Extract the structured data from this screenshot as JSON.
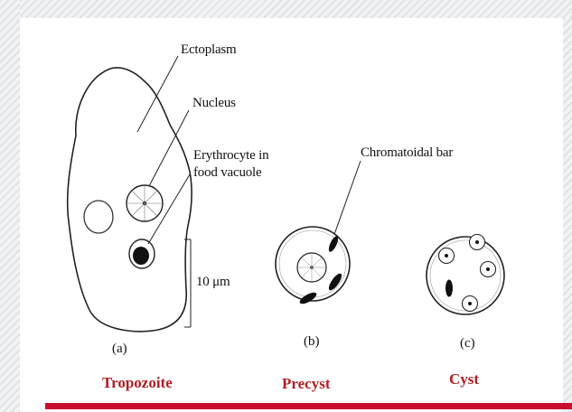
{
  "labels": {
    "ectoplasm": "Ectoplasm",
    "nucleus": "Nucleus",
    "erythrocyte_line1": "Erythrocyte in",
    "erythrocyte_line2": "food vacuole",
    "chromatoidal_bar": "Chromatoidal bar",
    "scale": "10 μm"
  },
  "panels": {
    "a": "(a)",
    "b": "(b)",
    "c": "(c)"
  },
  "captions": {
    "trophozoite": "Tropozoite",
    "precyst": "Precyst",
    "cyst": "Cyst"
  },
  "colors": {
    "caption": "#b01f24",
    "accent_bar": "#c8102e",
    "ink": "#111111"
  }
}
